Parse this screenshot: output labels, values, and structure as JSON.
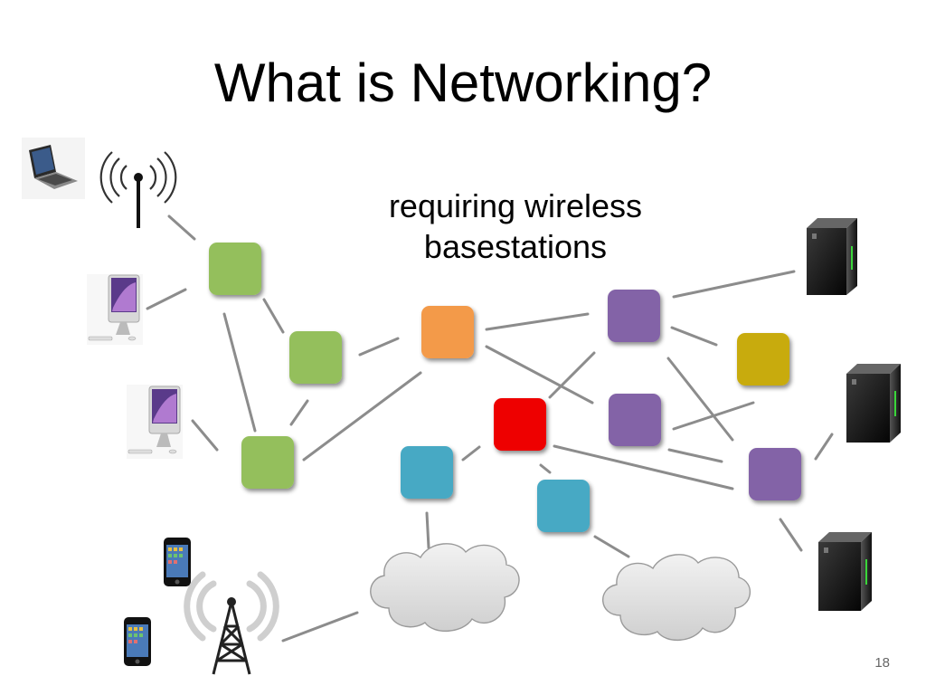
{
  "slide": {
    "title": "What is Networking?",
    "subtitle_line1": "requiring wireless",
    "subtitle_line2": "basestations",
    "page_number": "18"
  },
  "colors": {
    "green": "#94bf5c",
    "orange": "#f39a4a",
    "purple": "#8363a7",
    "yellow": "#c8ab10",
    "red": "#ee0000",
    "blue": "#47a9c4",
    "link": "#8c8c8c"
  },
  "icons": [
    "laptop-icon",
    "wireless-antenna-icon",
    "imac-icon",
    "smartphone-icon",
    "cell-tower-icon",
    "server-icon",
    "cloud-icon"
  ]
}
